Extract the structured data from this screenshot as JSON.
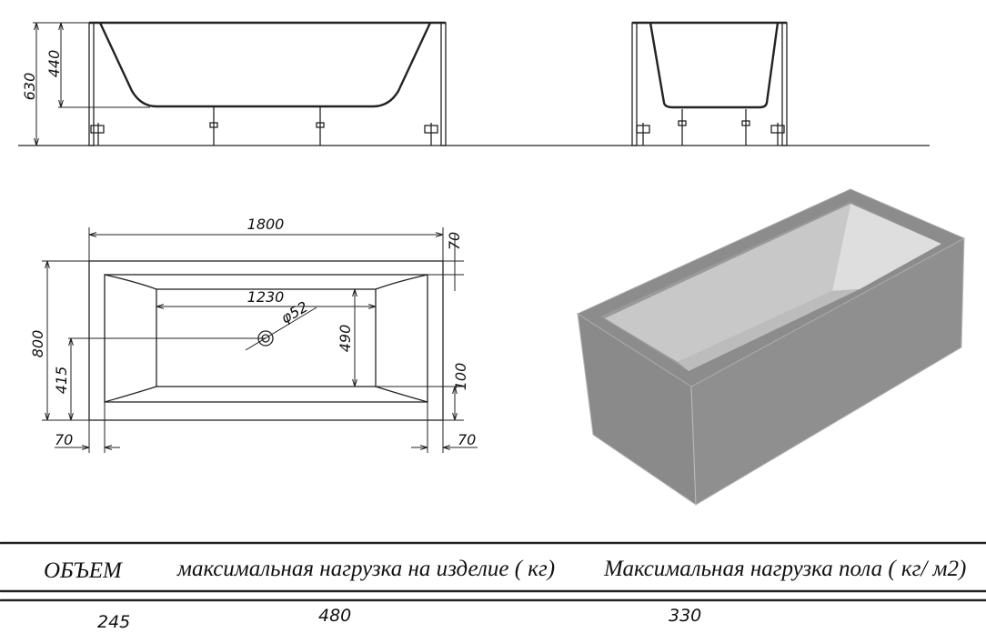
{
  "dimensions": {
    "height_total": "630",
    "depth_inner": "440",
    "length": "1800",
    "rim_top": "70",
    "width": "800",
    "basin_length": "1230",
    "drain_diameter": "φ52",
    "basin_width": "490",
    "drain_offset": "415",
    "rim_side": "100",
    "rim_left": "70",
    "rim_right": "70"
  },
  "table": {
    "headers": [
      "ОБЪЕМ",
      "максимальная нагрузка на изделие ( кг)",
      "Максимальная нагрузка пола ( кг/ м2)"
    ],
    "values": [
      "245",
      "480",
      "330"
    ]
  },
  "colors": {
    "render_gray": "#8c8c8c",
    "render_inner": "#d9d9d9"
  }
}
